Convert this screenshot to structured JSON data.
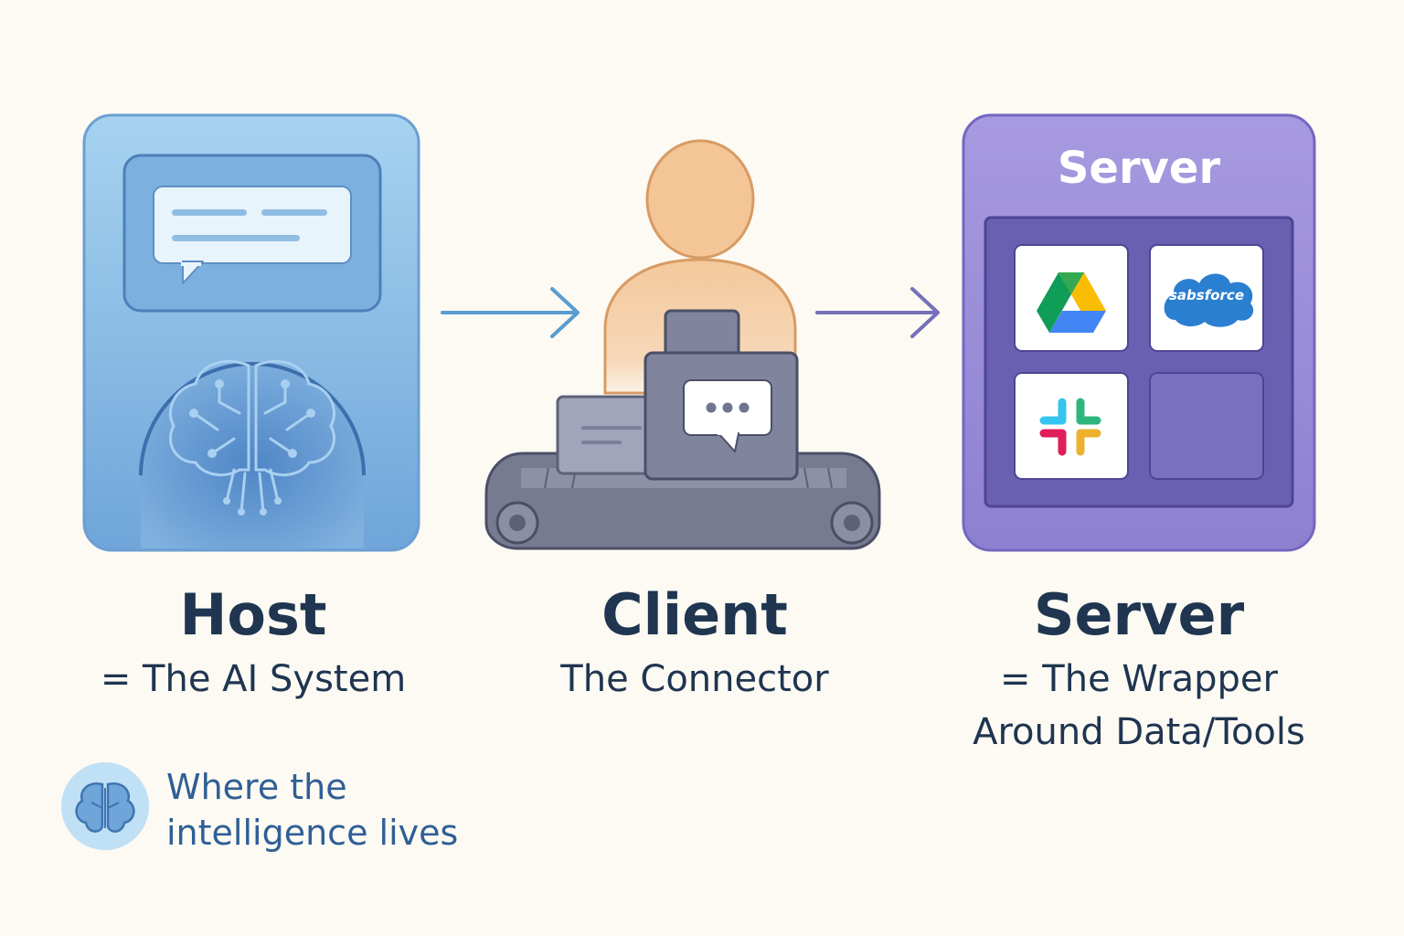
{
  "host": {
    "title": "Host",
    "subtitle": "= The AI System",
    "note_line1": "Where the",
    "note_line2": "intelligence lives"
  },
  "client": {
    "title": "Client",
    "subtitle": "The Connector"
  },
  "server": {
    "panel_header": "Server",
    "title": "Server",
    "subtitle_line1": "= The Wrapper",
    "subtitle_line2": "Around Data/Tools",
    "tiles": [
      {
        "icon": "google-drive-icon"
      },
      {
        "icon": "salesforce-cloud-icon",
        "label": "sabsforce"
      },
      {
        "icon": "slack-icon"
      },
      {
        "icon": "empty-tile"
      }
    ]
  },
  "colors": {
    "background": "#fcfaf3",
    "host_blue": "#8dc0e6",
    "server_purple": "#9b8fd8",
    "client_skin": "#f3c597",
    "conveyor_gray": "#767b92",
    "text_dark": "#1f3550",
    "note_blue": "#2f5f95"
  }
}
